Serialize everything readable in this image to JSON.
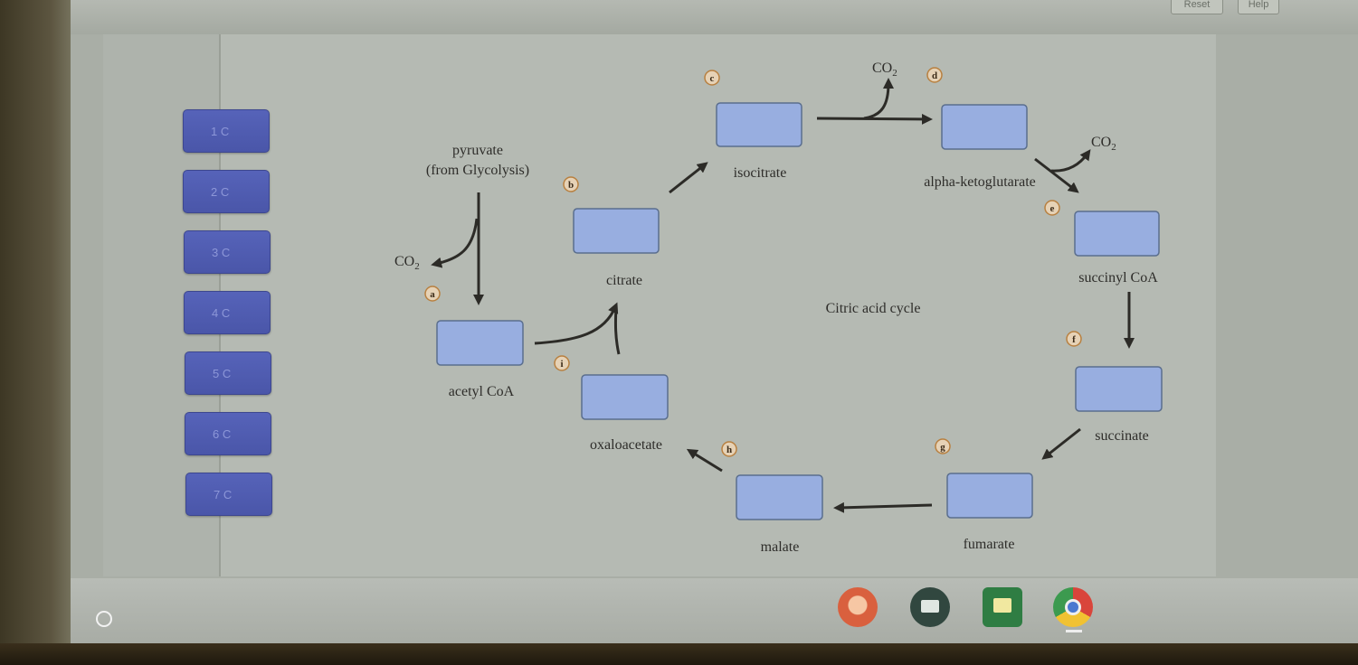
{
  "toolbar": {
    "reset_label": "Reset",
    "help_label": "Help"
  },
  "sidebar": {
    "tiles": [
      {
        "label": "1 C"
      },
      {
        "label": "2 C"
      },
      {
        "label": "3 C"
      },
      {
        "label": "4 C"
      },
      {
        "label": "5 C"
      },
      {
        "label": "6 C"
      },
      {
        "label": "7 C"
      }
    ]
  },
  "diagram": {
    "title": "Citric acid cycle",
    "pyruvate_line1": "pyruvate",
    "pyruvate_line2": "(from Glycolysis)",
    "co2": "CO",
    "co2_sub": "2",
    "molecules": {
      "acetyl_coa": "acetyl CoA",
      "citrate": "citrate",
      "isocitrate": "isocitrate",
      "alpha_ketoglutarate": "alpha-ketoglutarate",
      "succinyl_coa": "succinyl CoA",
      "succinate": "succinate",
      "fumarate": "fumarate",
      "malate": "malate",
      "oxaloacetate": "oxaloacetate"
    },
    "steps": [
      "a",
      "b",
      "c",
      "d",
      "e",
      "f",
      "g",
      "h",
      "i"
    ]
  },
  "colors": {
    "tile": "#4a56a9",
    "drop_box": "#98aee0",
    "badge": "#b88040",
    "panel": "#b5bab3"
  },
  "taskbar": {
    "icons": [
      "assistant-icon",
      "display-icon",
      "classroom-icon",
      "chrome-icon"
    ]
  }
}
